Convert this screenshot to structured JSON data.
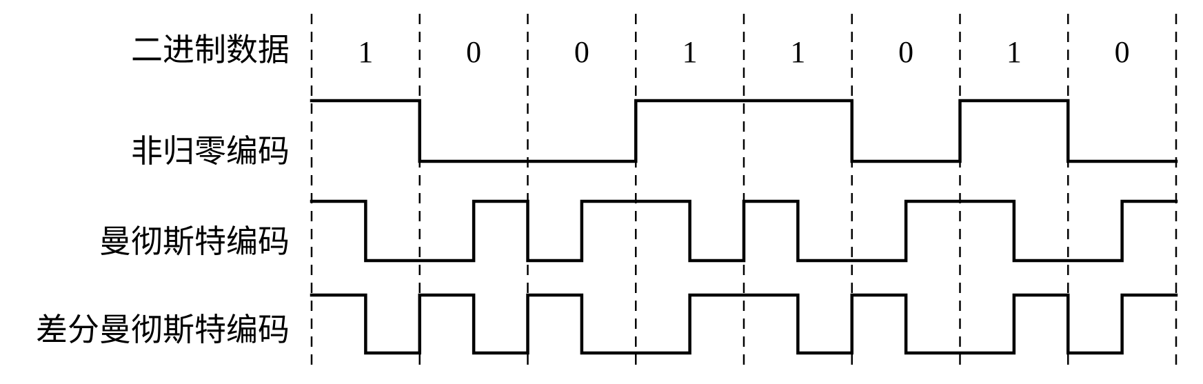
{
  "labels": {
    "binary": "二进制数据",
    "nrz": "非归零编码",
    "manchester": "曼彻斯特编码",
    "diff_manchester": "差分曼彻斯特编码"
  },
  "bits": [
    "1",
    "0",
    "0",
    "1",
    "1",
    "0",
    "1",
    "0"
  ],
  "nrz_levels": [
    1,
    0,
    0,
    1,
    1,
    0,
    1,
    0
  ],
  "manchester": {
    "convention": "bit 1 = high-to-low at mid-bit, bit 0 = low-to-high at mid-bit",
    "segment_levels": [
      [
        1,
        0
      ],
      [
        0,
        1
      ],
      [
        0,
        1
      ],
      [
        1,
        0
      ],
      [
        1,
        0
      ],
      [
        0,
        1
      ],
      [
        1,
        0
      ],
      [
        0,
        1
      ]
    ]
  },
  "diff_manchester": {
    "convention": "bit 0 = transition at bit start, bit 1 = no transition at bit start; always transition at mid-bit",
    "segment_levels": [
      [
        1,
        0
      ],
      [
        1,
        0
      ],
      [
        1,
        0
      ],
      [
        0,
        1
      ],
      [
        1,
        0
      ],
      [
        1,
        0
      ],
      [
        0,
        1
      ],
      [
        0,
        1
      ]
    ]
  },
  "colors": {
    "stroke": "#000000",
    "background": "#ffffff"
  }
}
